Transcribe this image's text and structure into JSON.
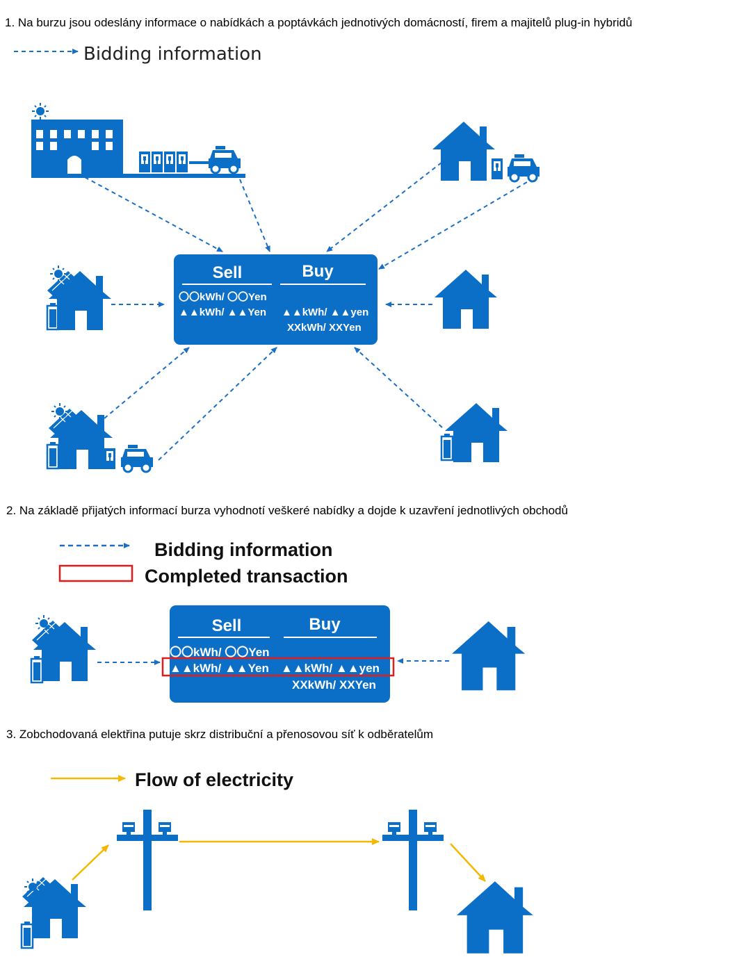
{
  "colors": {
    "blue": "#0b6fc7",
    "arrow_blue": "#1a6fc4",
    "red": "#e41b1b",
    "yellow": "#f5b800"
  },
  "step1": {
    "title": "1. Na burzu jsou odeslány informace o nabídkách a poptávkách jednotivých domácností, firem a majitelů plug-in hybridů",
    "legend_bidding": "Bidding information",
    "board": {
      "sell": "Sell",
      "buy": "Buy",
      "sell_row1": "〇〇kWh/ 〇〇Yen",
      "sell_row2": "▲▲kWh/ ▲▲Yen",
      "buy_row1": "▲▲kWh/ ▲▲yen",
      "buy_row2": "XXkWh/ XXYen"
    }
  },
  "step2": {
    "title": "2.  Na základě přijatých informací burza vyhodnotí veškeré nabídky a dojde k uzavření jednotlivých obchodů",
    "legend_bidding": "Bidding information",
    "legend_completed": "Completed transaction",
    "board": {
      "sell": "Sell",
      "buy": "Buy",
      "sell_row1": "〇〇kWh/ 〇〇Yen",
      "sell_row2": "▲▲kWh/ ▲▲Yen",
      "buy_row1": "▲▲kWh/ ▲▲yen",
      "buy_row2": "XXkWh/ XXYen"
    }
  },
  "step3": {
    "title": "3. Zobchodovaná elektřina putuje skrz distribuční a přenosovou síť k odběratelům",
    "legend_flow": "Flow of electricity"
  },
  "icons": [
    "house-icon",
    "solar-panel-icon",
    "sun-icon",
    "battery-icon",
    "car-icon",
    "charger-icon",
    "factory-icon",
    "utility-pole-icon"
  ]
}
